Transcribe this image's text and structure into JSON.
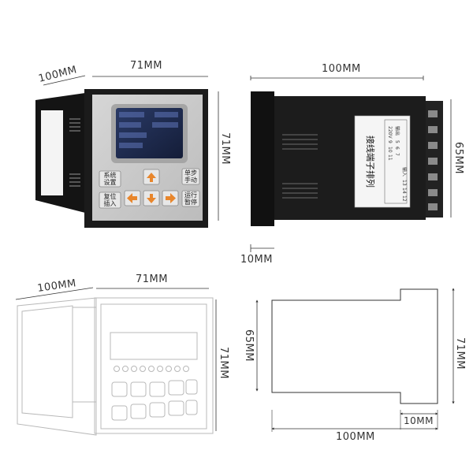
{
  "dimensions": {
    "top_left": {
      "depth": "100MM",
      "width": "71MM",
      "height": "71MM"
    },
    "top_right": {
      "depth": "100MM",
      "height": "65MM",
      "flange": "10MM"
    },
    "bottom_left": {
      "depth": "100MM",
      "width": "71MM",
      "height": "71MM"
    },
    "bottom_right": {
      "height_body": "65MM",
      "height_panel": "71MM",
      "flange": "10MM",
      "depth_cut": "100MM"
    }
  },
  "keypad": {
    "system_settings": [
      "系统",
      "设置"
    ],
    "reset_insert": [
      "复位",
      "插入"
    ],
    "manual_step": [
      "单步",
      "手动"
    ],
    "run_pause": [
      "运行",
      "暂停"
    ]
  },
  "terminal_label": {
    "title": "接线端子排列",
    "columns": [
      {
        "head": "220V",
        "pins": [
          "9",
          "10",
          "11"
        ]
      },
      {
        "head": "输出",
        "pins": [
          "5",
          "6",
          "7"
        ]
      },
      {
        "head": "输入",
        "pins": [
          "13",
          "14",
          "12"
        ]
      }
    ]
  },
  "colors": {
    "panel": "#c9c9c9",
    "case": "#1b1b1b",
    "display": "#1f2b4a",
    "key_orange": "#e8862c"
  }
}
